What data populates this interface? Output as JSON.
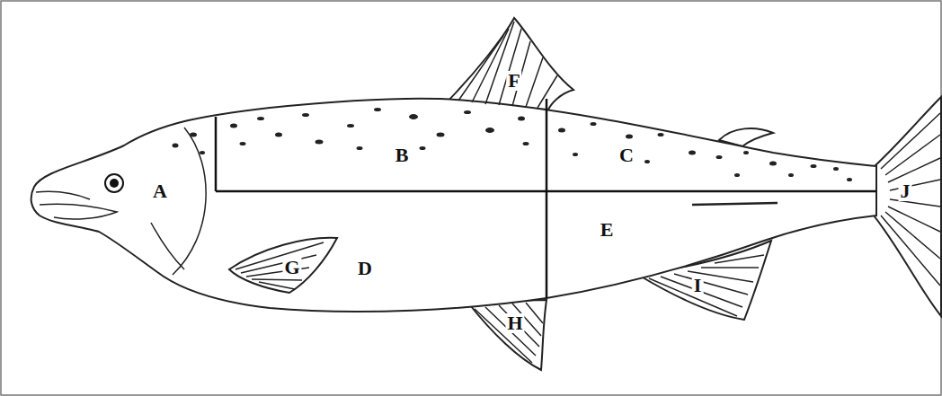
{
  "diagram": {
    "labels": [
      "F",
      "A",
      "B",
      "C",
      "J",
      "E",
      "G",
      "D",
      "I",
      "H"
    ]
  }
}
